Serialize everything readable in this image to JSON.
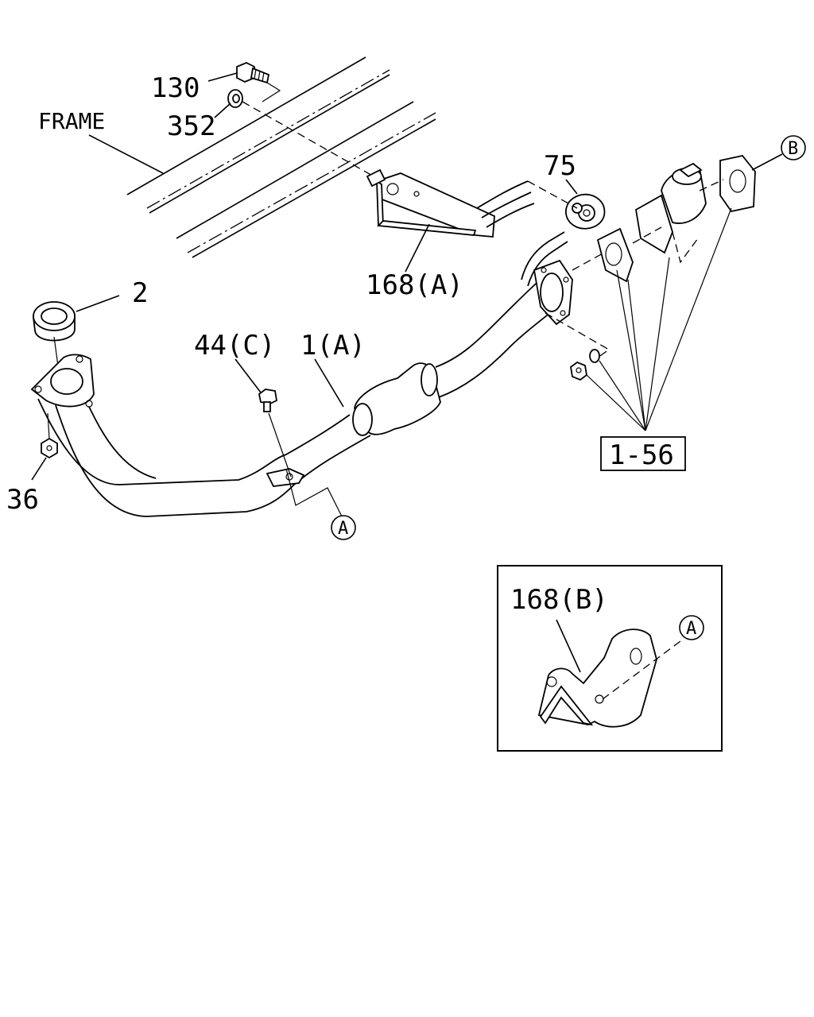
{
  "callouts": {
    "frame": "FRAME",
    "p130": "130",
    "p352": "352",
    "p75": "75",
    "p168a": "168(A)",
    "p2": "2",
    "p44c": "44(C)",
    "p1a": "1(A)",
    "p36": "36",
    "p1_56": "1-56",
    "p168b": "168(B)",
    "refA": "A",
    "refA2": "A",
    "refB": "B"
  }
}
